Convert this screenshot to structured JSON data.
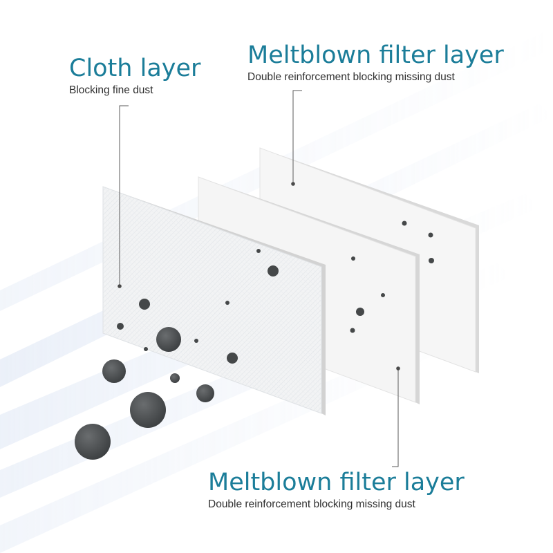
{
  "labels": {
    "cloth": {
      "title": "Cloth layer",
      "subtitle": "Blocking fine dust"
    },
    "meltblown_back": {
      "title": "Meltblown filter layer",
      "subtitle": "Double reinforcement blocking missing dust"
    },
    "meltblown_middle": {
      "title": "Meltblown filter layer",
      "subtitle": "Double reinforcement blocking missing dust"
    }
  },
  "colors": {
    "title": "#1b7d99",
    "subtitle": "#2f2f2f",
    "particle": "#454849",
    "airflow": "#c9d7ee",
    "layer_face": "#f4f4f4",
    "layer_edge": "#d9d9d9"
  }
}
